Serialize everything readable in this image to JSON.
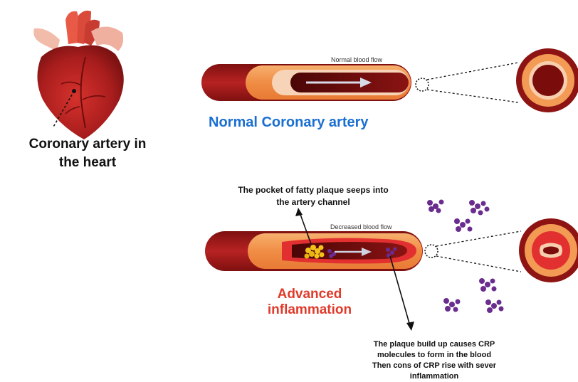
{
  "heart": {
    "caption_line1": "Coronary artery in",
    "caption_line2": "the heart"
  },
  "normal": {
    "flow_label": "Normal blood flow",
    "title": "Normal Coronary artery"
  },
  "inflamed": {
    "plaque_note_line1": "The pocket of fatty plaque seeps into",
    "plaque_note_line2": "the artery channel",
    "flow_label": "Decreased blood flow",
    "title_line1": "Advanced",
    "title_line2": "inflammation",
    "crp_note_line1": "The plaque build up causes  CRP",
    "crp_note_line2": "molecules to form in the blood",
    "crp_note_line3": "Then cons of CRP rise with sever",
    "crp_note_line4": "inflammation"
  },
  "colors": {
    "vessel_dark": "#8e1414",
    "vessel_mid": "#c62828",
    "vessel_wall": "#f4a05a",
    "lumen": "#6b0a0a",
    "plaque": "#f2c21b",
    "crp": "#6a2d8f",
    "normal_title": "#1a6fd1",
    "inflamed_title": "#e03a2a"
  }
}
